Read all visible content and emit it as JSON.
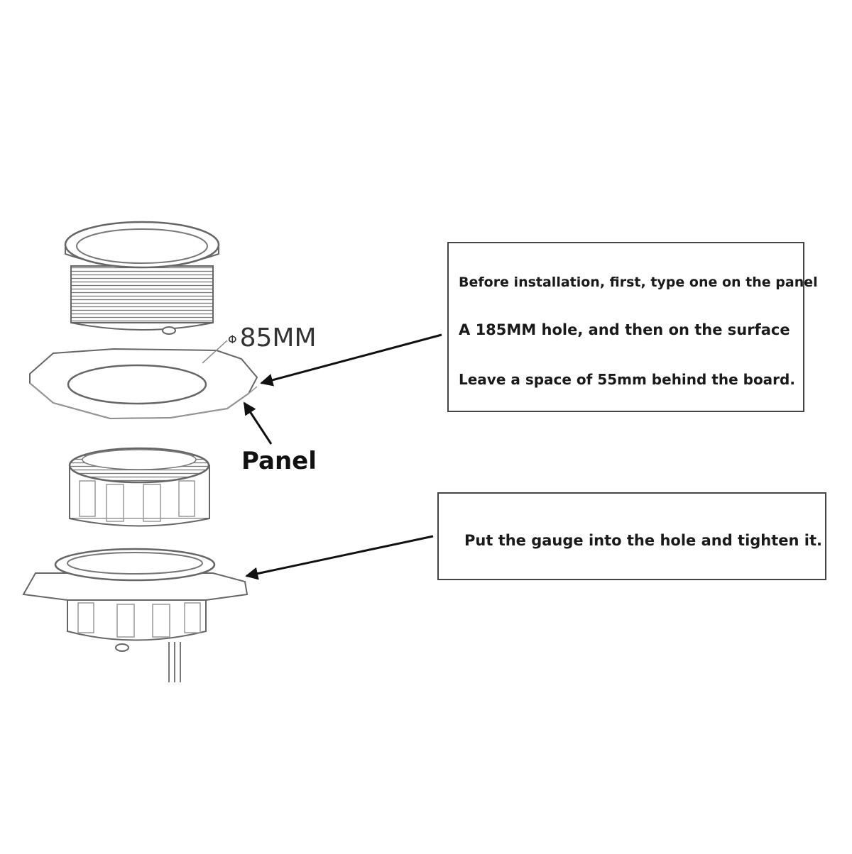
{
  "diagram": {
    "dimension": {
      "symbol": "Φ",
      "value": "85MM"
    },
    "panel_label": "Panel",
    "callout_top": {
      "line1": "Before installation, first, type one on the panel",
      "line2": "A 185MM hole, and then on the surface",
      "line3": "Leave a space of 55mm behind the board."
    },
    "callout_bottom": {
      "line1": "Put the gauge into the hole and tighten it."
    }
  }
}
